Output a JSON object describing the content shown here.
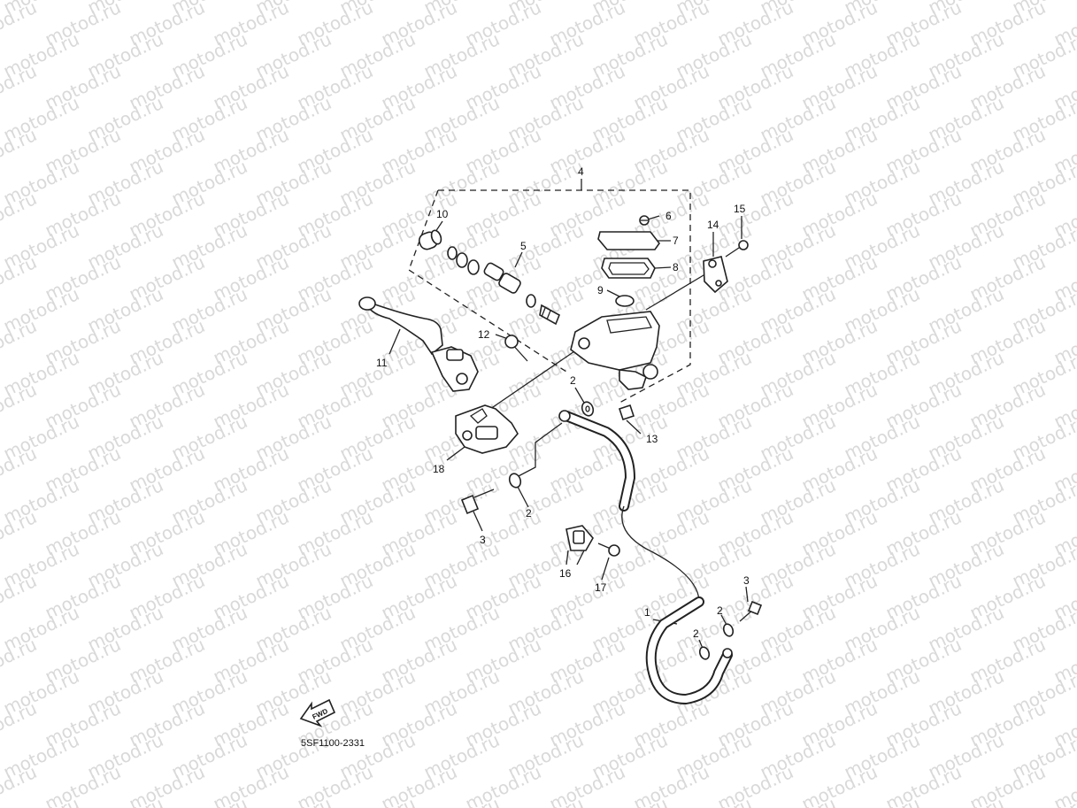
{
  "watermark": {
    "text": "motod.ru"
  },
  "callouts": {
    "c1": "1",
    "c2a": "2",
    "c2b": "2",
    "c2c": "2",
    "c2d": "2",
    "c3a": "3",
    "c3b": "3",
    "c4": "4",
    "c5": "5",
    "c6": "6",
    "c7": "7",
    "c8": "8",
    "c9": "9",
    "c10": "10",
    "c11": "11",
    "c12": "12",
    "c13": "13",
    "c14": "14",
    "c15": "15",
    "c16": "16",
    "c17": "17",
    "c18": "18"
  },
  "direction_arrow": {
    "label": "FWD"
  },
  "diagram_code": "5SF1100-2331"
}
